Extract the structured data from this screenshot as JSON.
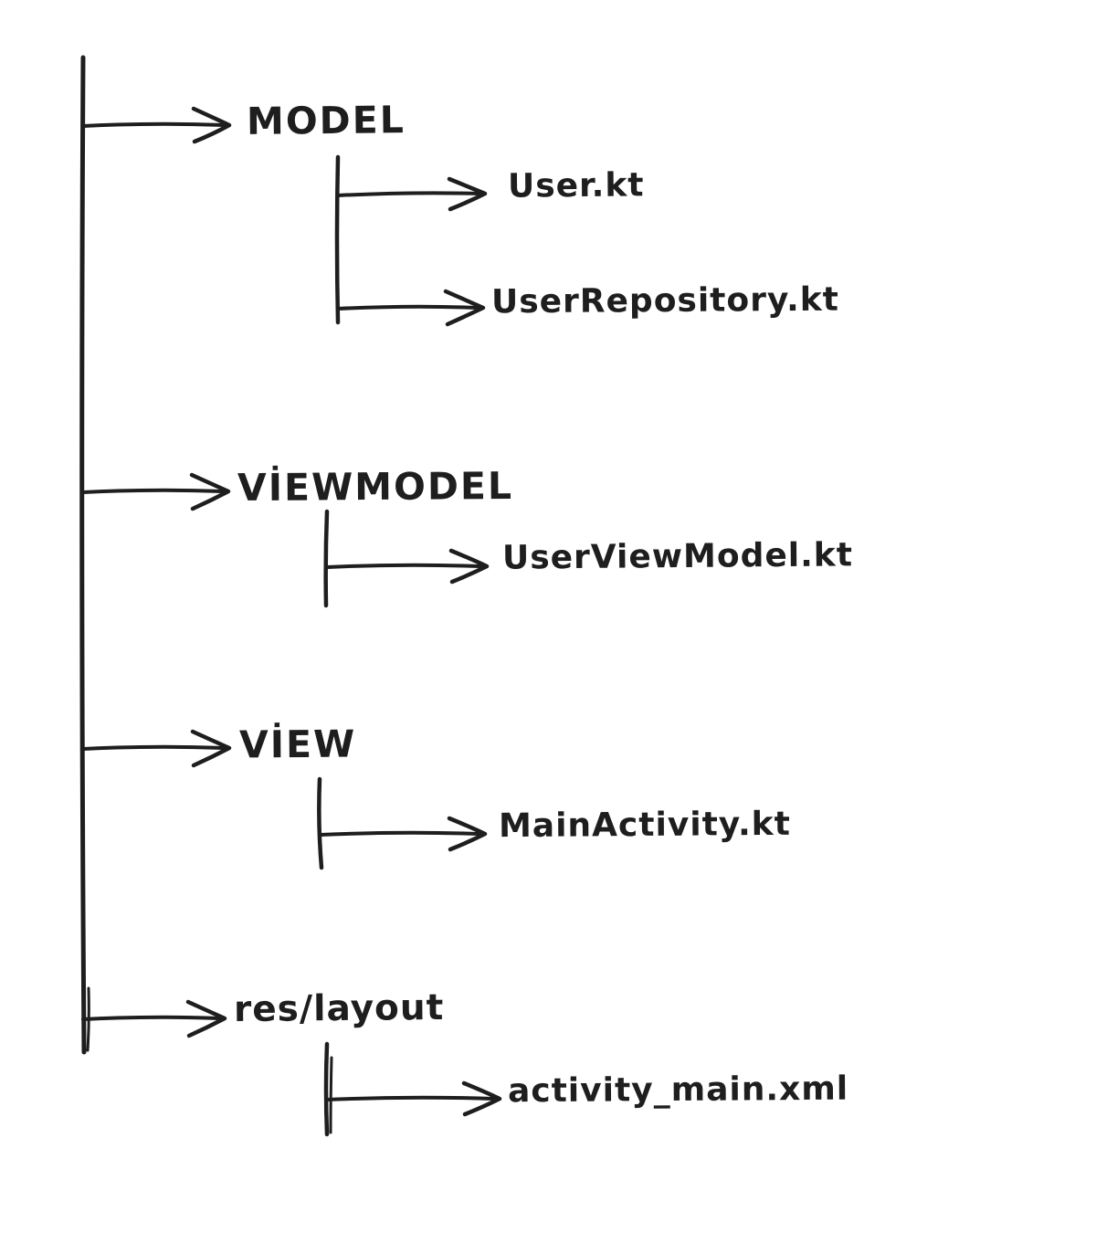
{
  "diagram": {
    "type": "tree",
    "description": "Hand-drawn MVVM Android project structure diagram",
    "stroke_color": "#1e1e1e",
    "background_color": "#ffffff",
    "branches": [
      {
        "label": "MODEL",
        "children": [
          {
            "label": "User.kt"
          },
          {
            "label": "UserRepository.kt"
          }
        ]
      },
      {
        "label": "VİEWMODEL",
        "children": [
          {
            "label": "UserViewModel.kt"
          }
        ]
      },
      {
        "label": "VİEW",
        "children": [
          {
            "label": "MainActivity.kt"
          }
        ]
      },
      {
        "label": "res/layout",
        "children": [
          {
            "label": "activity_main.xml"
          }
        ]
      }
    ]
  }
}
